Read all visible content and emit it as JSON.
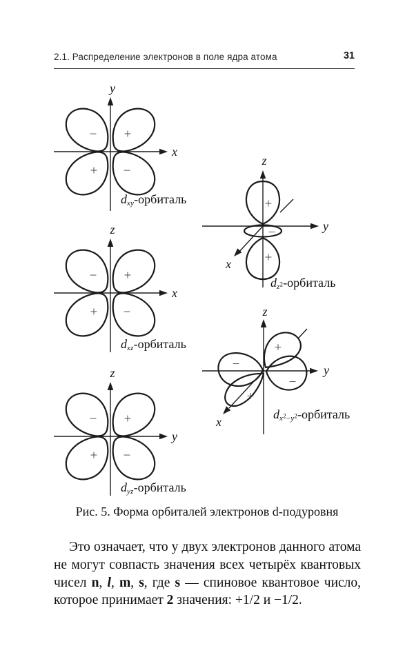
{
  "page": {
    "header": "2.1. Распределение электронов в поле ядра атома",
    "page_number": "31"
  },
  "figure": {
    "caption": "Рис. 5. Форма орбиталей электронов d-подуровня",
    "orbitals": [
      {
        "key": "dxy",
        "axis_v": "y",
        "axis_h": "x",
        "signs": {
          "tl": "−",
          "tr": "+",
          "bl": "+",
          "br": "−"
        },
        "label": {
          "d": "d",
          "sub": [
            {
              "t": "xy",
              "i": true
            }
          ],
          "suffix": "-орбиталь"
        }
      },
      {
        "key": "dz2",
        "axis_v": "z",
        "axis_h": "y",
        "axis_d": "x",
        "signs": {
          "top": "+",
          "ring": "−",
          "bottom": "+"
        },
        "label": {
          "d": "d",
          "sub": [
            {
              "t": "z",
              "i": true
            },
            {
              "t": "2",
              "sup": true
            }
          ],
          "suffix": "-орбиталь"
        }
      },
      {
        "key": "dxz",
        "axis_v": "z",
        "axis_h": "x",
        "signs": {
          "tl": "−",
          "tr": "+",
          "bl": "+",
          "br": "−"
        },
        "label": {
          "d": "d",
          "sub": [
            {
              "t": "xz",
              "i": true
            }
          ],
          "suffix": "-орбиталь"
        }
      },
      {
        "key": "dx2y2",
        "axis_v": "z",
        "axis_h": "y",
        "axis_d": "x",
        "signs": {
          "upper": "+",
          "left": "−",
          "right": "−",
          "lower": "+"
        },
        "label": {
          "d": "d",
          "sub": [
            {
              "t": "x",
              "i": true
            },
            {
              "t": "2",
              "sup": true
            },
            {
              "t": "−"
            },
            {
              "t": "y",
              "i": true
            },
            {
              "t": "2",
              "sup": true
            }
          ],
          "suffix": "-орбиталь"
        }
      },
      {
        "key": "dyz",
        "axis_v": "z",
        "axis_h": "y",
        "signs": {
          "tl": "−",
          "tr": "+",
          "bl": "+",
          "br": "−"
        },
        "label": {
          "d": "d",
          "sub": [
            {
              "t": "yz",
              "i": true
            }
          ],
          "suffix": "-орбиталь"
        }
      }
    ]
  },
  "paragraph": {
    "runs": [
      {
        "t": "Это означает, что у двух электронов данного атома не могут совпасть значения всех четырёх квантовых чисел "
      },
      {
        "t": "n",
        "b": true
      },
      {
        "t": ", "
      },
      {
        "t": "l",
        "b": true,
        "i": true
      },
      {
        "t": ", "
      },
      {
        "t": "m",
        "b": true
      },
      {
        "t": ", "
      },
      {
        "t": "s",
        "b": true
      },
      {
        "t": ", где "
      },
      {
        "t": "s",
        "b": true
      },
      {
        "t": " — спиновое квантовое число, ко­торое принимает "
      },
      {
        "t": "2",
        "b": true
      },
      {
        "t": " значения: +1/2 и −1/2."
      }
    ]
  }
}
